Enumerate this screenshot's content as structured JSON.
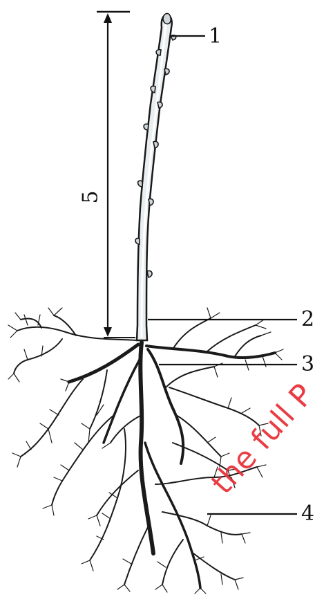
{
  "labels": {
    "l1": "1",
    "l2": "2",
    "l3": "3",
    "l4": "4",
    "l5": "5"
  },
  "watermark": "the full P",
  "colors": {
    "ink": "#1a1a1a",
    "stem_highlight": "#ffffff",
    "watermark": "#e8333b"
  }
}
